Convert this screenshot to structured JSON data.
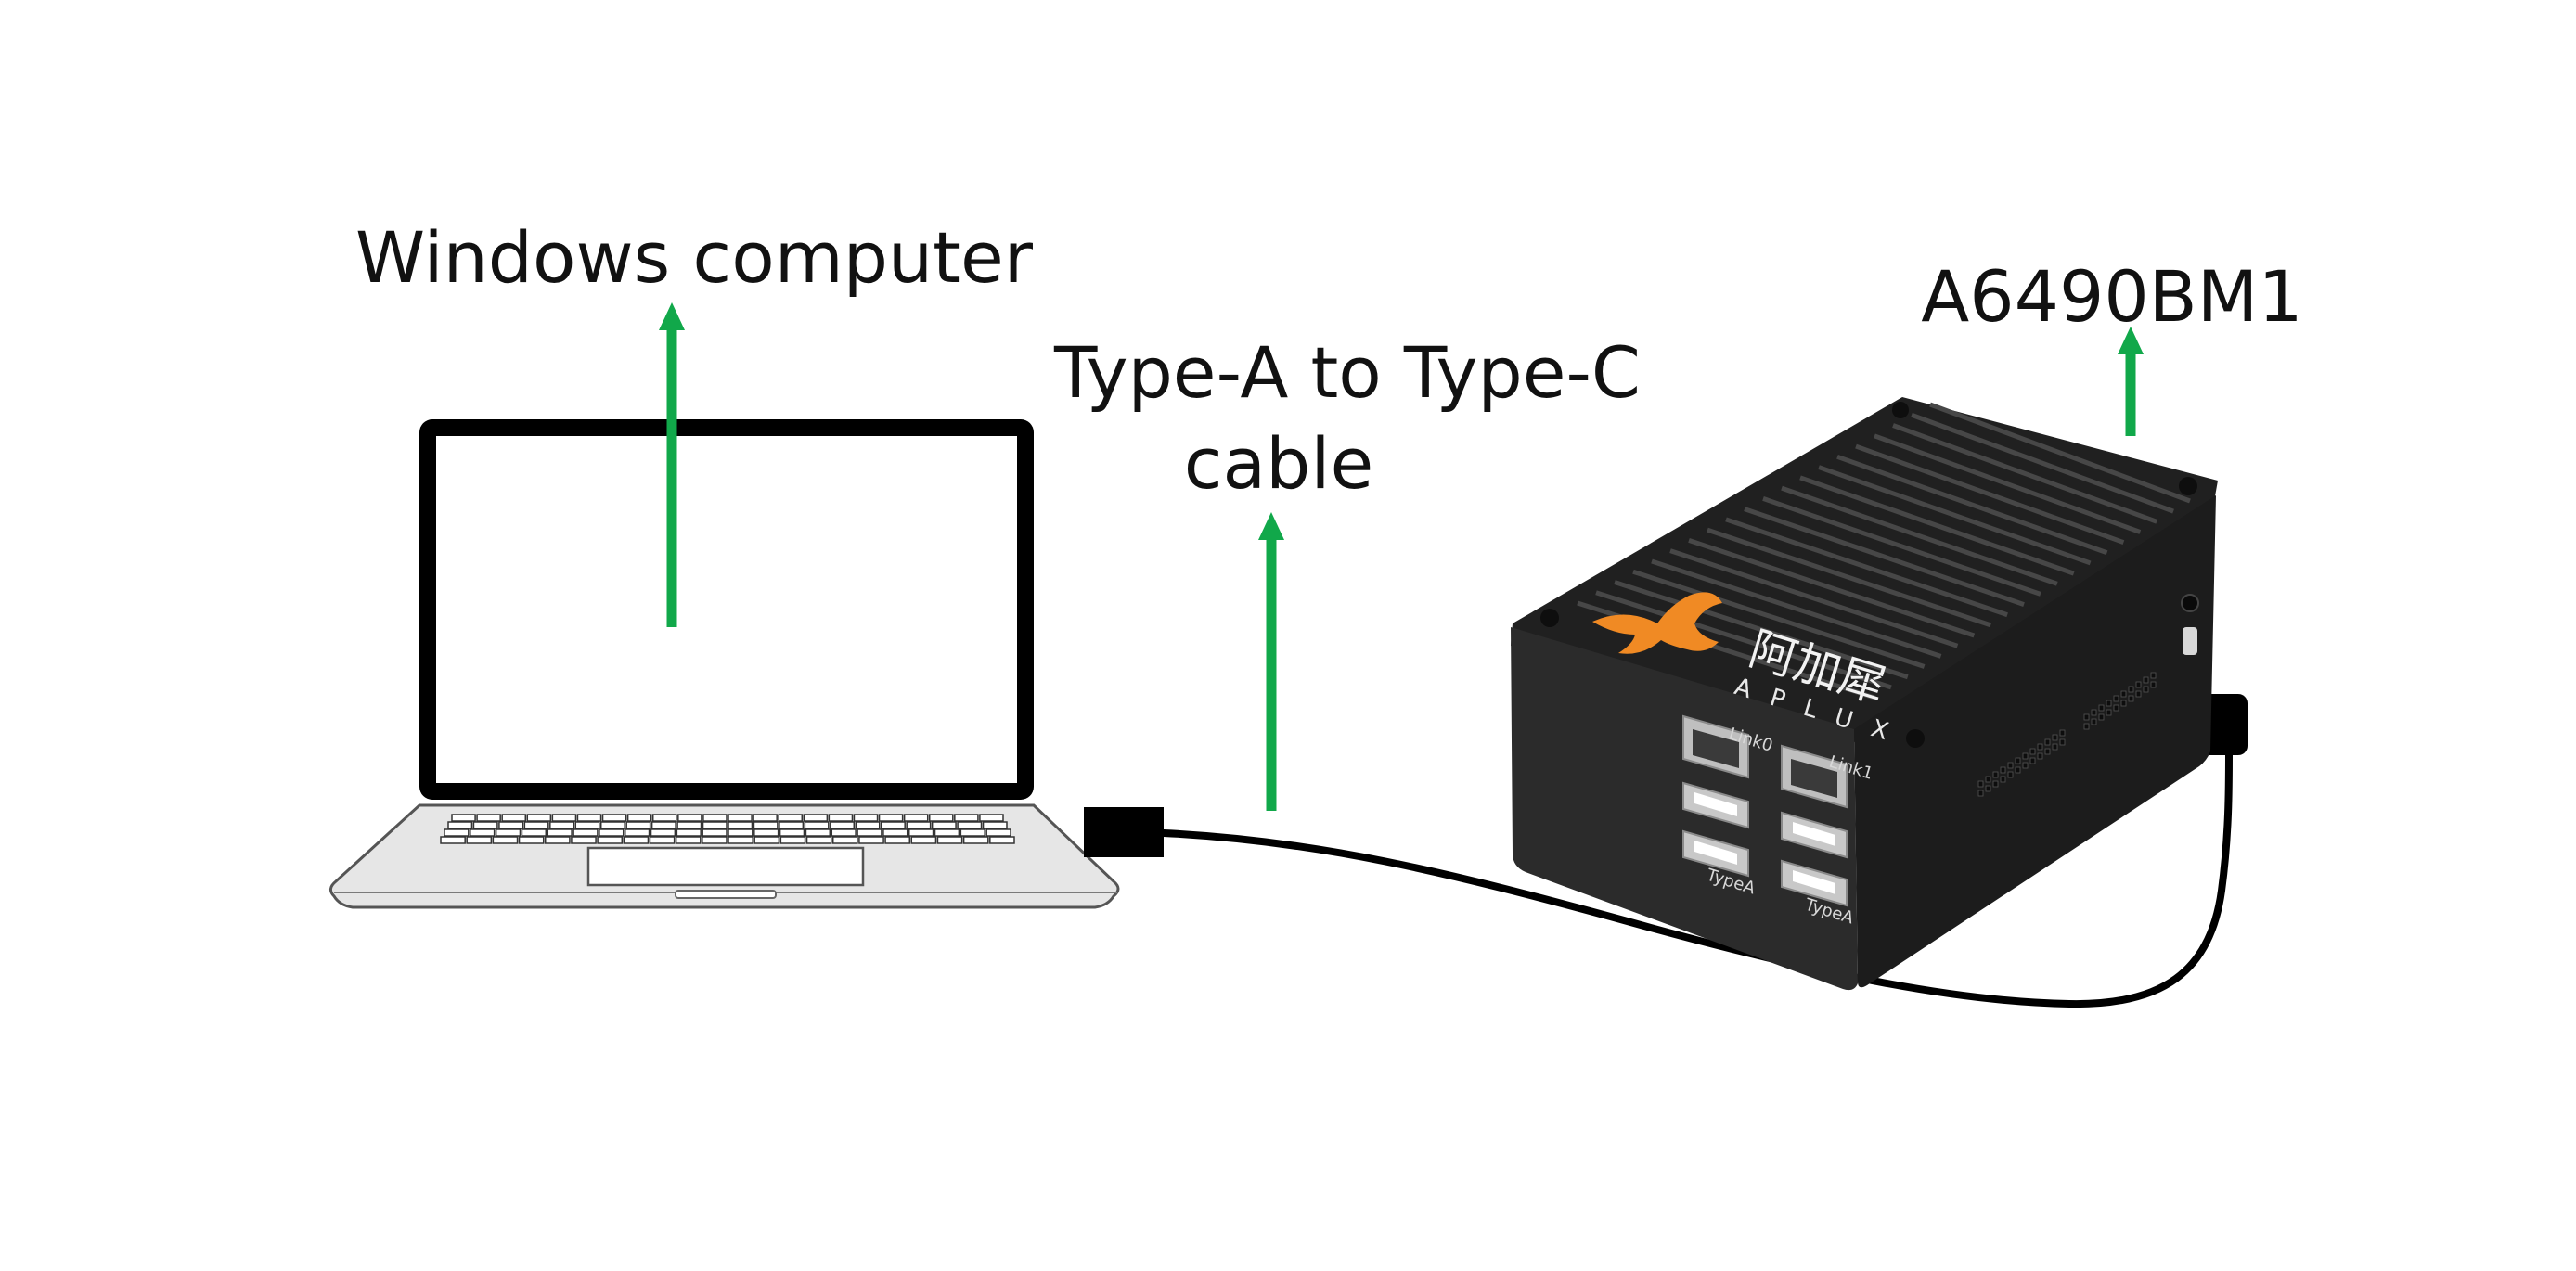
{
  "labels": {
    "computer": "Windows computer",
    "cable_line1": "Type-A to Type-C",
    "cable_line2": "cable",
    "device": "A6490BM1"
  },
  "device": {
    "brand_cn": "阿加犀",
    "brand_en": "APLUX",
    "port_link0": "Link0",
    "port_link1": "Link1",
    "port_typea_left": "TypeA",
    "port_typea_right": "TypeA"
  },
  "colors": {
    "arrow": "#11a84a",
    "device_body": "#262626",
    "logo": "#f08a24",
    "cable": "#000000",
    "laptop_outline": "#000000"
  }
}
